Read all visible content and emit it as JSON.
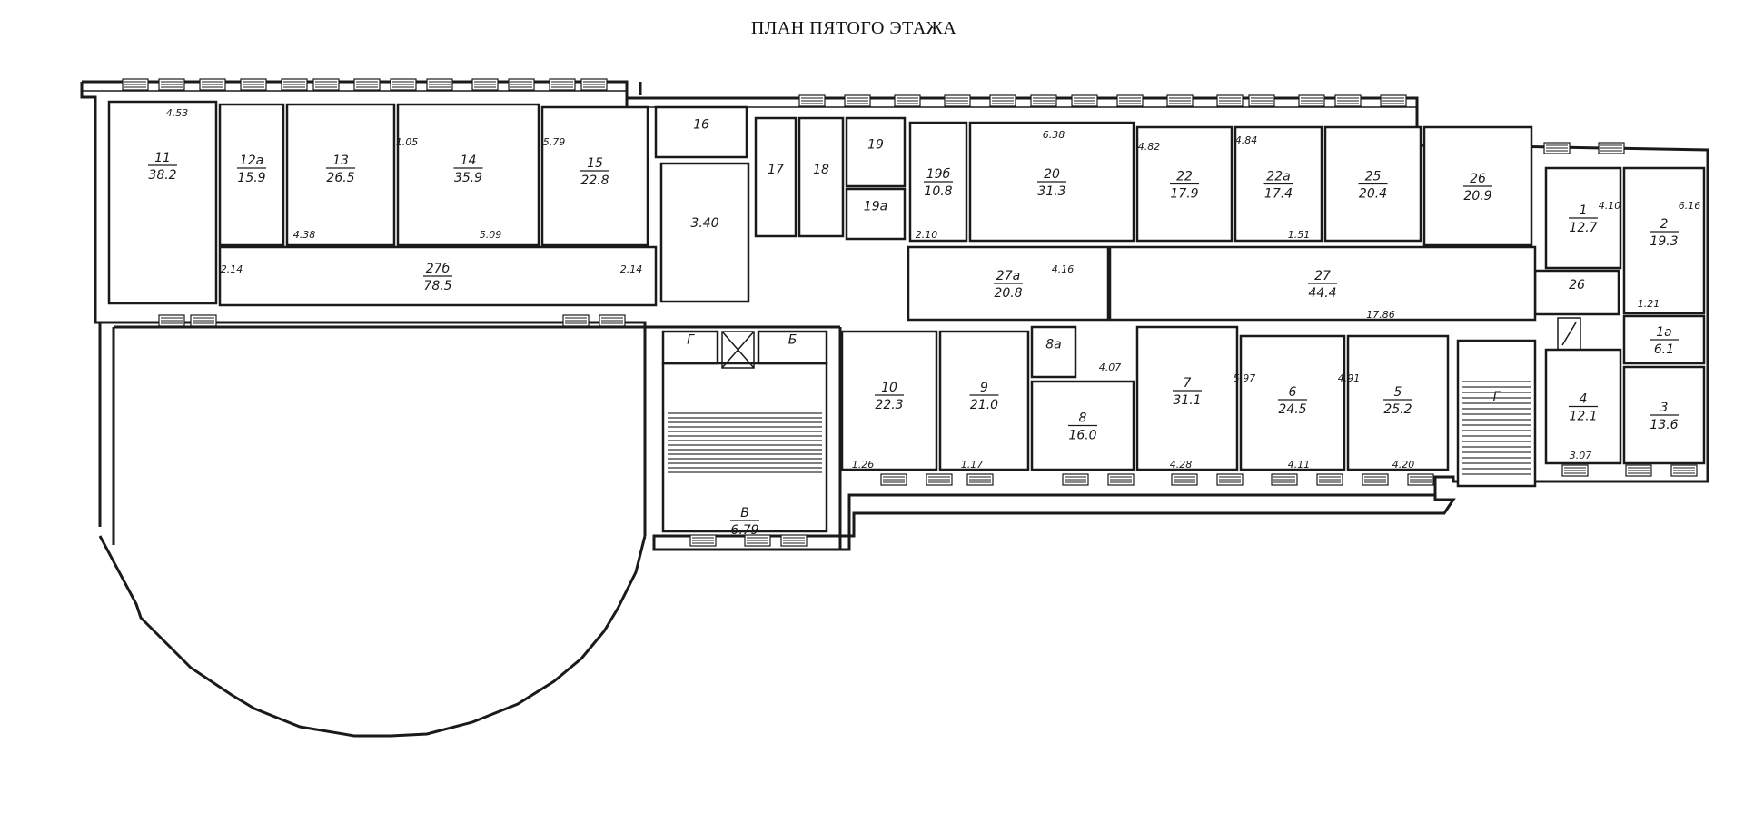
{
  "title": "ПЛАН ПЯТОГО ЭТАЖА",
  "rooms": {
    "r11": {
      "num": "11",
      "area": "38.2"
    },
    "r12a": {
      "num": "12a",
      "area": "15.9"
    },
    "r13": {
      "num": "13",
      "area": "26.5"
    },
    "r14": {
      "num": "14",
      "area": "35.9"
    },
    "r15": {
      "num": "15",
      "area": "22.8"
    },
    "r16": {
      "num": "16",
      "area": ""
    },
    "r340": {
      "num": "",
      "area": "3.40"
    },
    "r27b": {
      "num": "27б",
      "area": "78.5"
    },
    "r17": {
      "num": "17",
      "area": ""
    },
    "r18": {
      "num": "18",
      "area": ""
    },
    "r19": {
      "num": "19",
      "area": ""
    },
    "r19a": {
      "num": "19a",
      "area": ""
    },
    "r19b": {
      "num": "19б",
      "area": "10.8"
    },
    "r20": {
      "num": "20",
      "area": "31.3"
    },
    "r22": {
      "num": "22",
      "area": "17.9"
    },
    "r22a": {
      "num": "22a",
      "area": "17.4"
    },
    "r25": {
      "num": "25",
      "area": "20.4"
    },
    "r26t": {
      "num": "26",
      "area": "20.9"
    },
    "r1": {
      "num": "1",
      "area": "12.7"
    },
    "r2": {
      "num": "2",
      "area": "19.3"
    },
    "r26": {
      "num": "26",
      "area": ""
    },
    "r1a": {
      "num": "1a",
      "area": "6.1"
    },
    "r4": {
      "num": "4",
      "area": "12.1"
    },
    "r3": {
      "num": "3",
      "area": "13.6"
    },
    "r27a": {
      "num": "27a",
      "area": "20.8"
    },
    "r27": {
      "num": "27",
      "area": "44.4"
    },
    "r10": {
      "num": "10",
      "area": "22.3"
    },
    "r9": {
      "num": "9",
      "area": "21.0"
    },
    "r8a": {
      "num": "8a",
      "area": ""
    },
    "r8": {
      "num": "8",
      "area": "16.0"
    },
    "r7": {
      "num": "7",
      "area": "31.1"
    },
    "r6": {
      "num": "6",
      "area": "24.5"
    },
    "r5": {
      "num": "5",
      "area": "25.2"
    },
    "stairG": {
      "num": "Г",
      "area": ""
    },
    "stairV": {
      "num": "В",
      "area": "6.79"
    },
    "roomG2": {
      "num": "Г",
      "area": ""
    },
    "roomB": {
      "num": "Б",
      "area": ""
    }
  },
  "dimensions": {
    "d453": "4.53",
    "d105": "1.05",
    "d579": "5.79",
    "d438": "4.38",
    "d509": "5.09",
    "d214a": "2.14",
    "d214b": "2.14",
    "d638": "6.38",
    "d482": "4.82",
    "d484": "4.84",
    "d151": "1.51",
    "d210": "2.10",
    "d416": "4.16",
    "d1786": "17.86",
    "d410": "4.10",
    "d616": "6.16",
    "d121": "1.21",
    "d307": "3.07",
    "d126": "1.26",
    "d117": "1.17",
    "d428": "4.28",
    "d411": "4.11",
    "d420": "4.20",
    "d407": "4.07",
    "d597": "5.97",
    "d491": "4.91"
  }
}
